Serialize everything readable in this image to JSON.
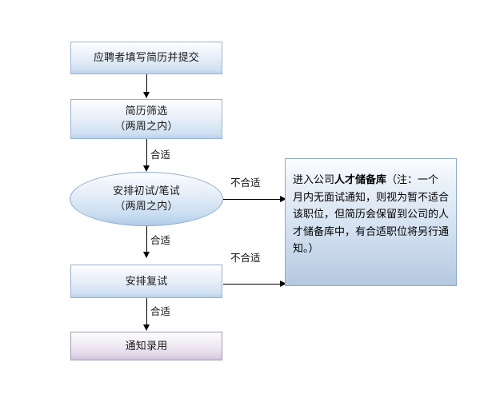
{
  "diagram": {
    "title": "",
    "colors": {
      "process_border": "#9bb4d4",
      "process_fill_top": "#fdfeff",
      "process_fill_bottom": "#b9d2ec",
      "accent_border": "#a39ab8",
      "accent_fill_bottom": "#cdc2dd",
      "note_border": "#8faacb",
      "note_fill_bottom": "#b4c8e0",
      "connector": "#000000",
      "text": "#1a1a1a",
      "canvas": "#ffffff"
    },
    "nodes": [
      {
        "id": "apply",
        "shape": "process",
        "lines": [
          "应聘者填写简历并提交"
        ]
      },
      {
        "id": "screen",
        "shape": "process",
        "lines": [
          "简历筛选",
          "（两周之内）"
        ]
      },
      {
        "id": "first-interview",
        "shape": "ellipse",
        "lines": [
          "安排初试/笔试",
          "（两周之内）"
        ]
      },
      {
        "id": "second-interview",
        "shape": "process",
        "lines": [
          "安排复试"
        ]
      },
      {
        "id": "offer",
        "shape": "process-accent",
        "lines": [
          "通知录用"
        ]
      }
    ],
    "note": {
      "id": "talent-pool",
      "text_before_bold": "进入公司",
      "bold_text": "人才储备库",
      "text_after_bold": "（注：一个月内无面试通知，则视为暂不适合该职位，但简历会保留到公司的人才储备库中，有合适职位将另行通知。）",
      "full_text": "进入公司人才储备库（注：一个月内无面试通知，则视为暂不适合该职位，但简历会保留到公司的人才储备库中，有合适职位将另行通知。）"
    },
    "edges": [
      {
        "id": "apply-to-screen",
        "label": "",
        "direction": "down"
      },
      {
        "id": "screen-to-first",
        "label": "合适",
        "direction": "down"
      },
      {
        "id": "first-to-note",
        "label": "不合适",
        "direction": "right"
      },
      {
        "id": "first-to-second",
        "label": "合适",
        "direction": "down"
      },
      {
        "id": "second-to-note",
        "label": "不合适",
        "direction": "right"
      },
      {
        "id": "second-to-offer",
        "label": "合适",
        "direction": "down"
      }
    ]
  }
}
